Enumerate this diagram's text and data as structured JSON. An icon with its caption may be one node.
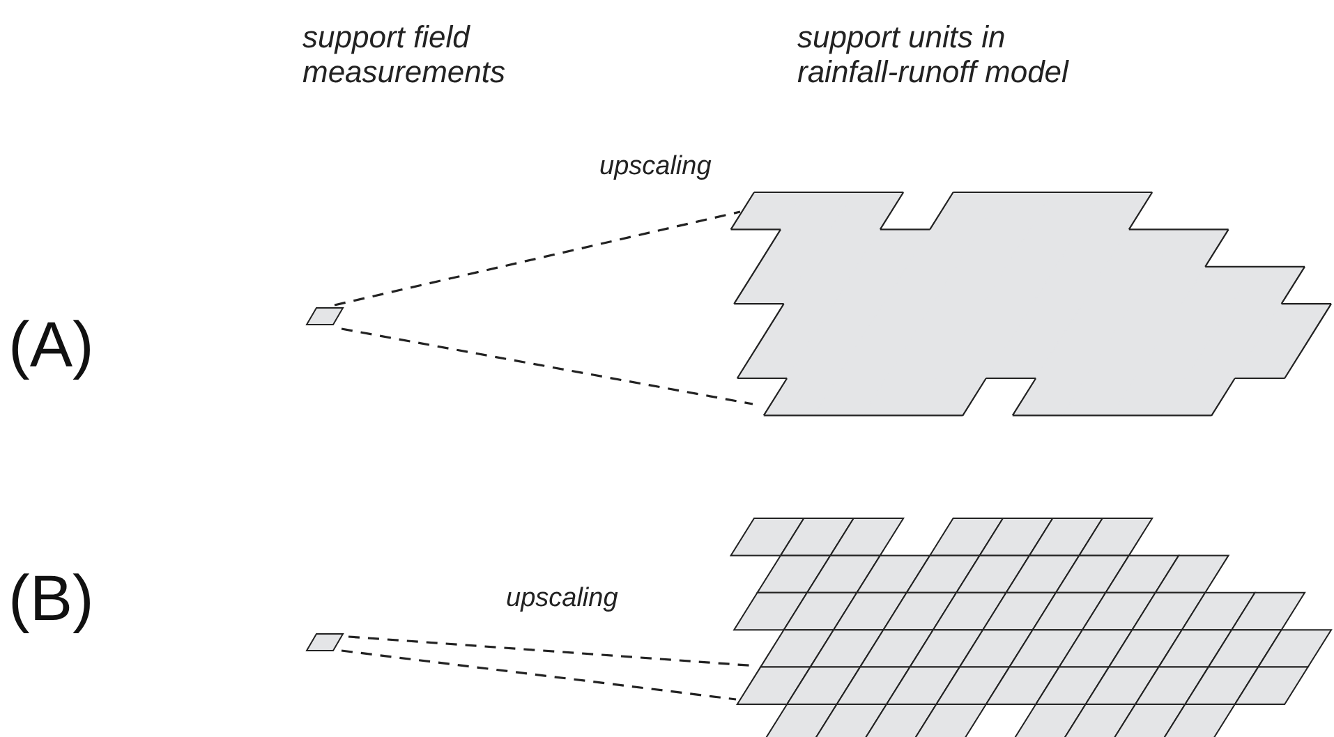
{
  "diagram": {
    "nodes": [
      {
        "text": [],
        "shape": "parallelogram"
      },
      {
        "text": [],
        "shape": "polygon"
      },
      {
        "text": [],
        "shape": "parallelogram"
      },
      {
        "text": [],
        "shape": "grid"
      }
    ],
    "edges": [
      {
        "from": 0,
        "to": 1,
        "arrow": "none",
        "style": "dashed",
        "label": "upscaling"
      },
      {
        "from": 0,
        "to": 1,
        "arrow": "none",
        "style": "dashed"
      },
      {
        "from": 2,
        "to": 3,
        "arrow": "none",
        "style": "dashed",
        "label": "upscaling"
      },
      {
        "from": 2,
        "to": 3,
        "arrow": "none",
        "style": "dashed"
      }
    ],
    "labels": [
      "support field measurements",
      "support units in rainfall-runoff model",
      "(A)",
      "(B)"
    ]
  }
}
